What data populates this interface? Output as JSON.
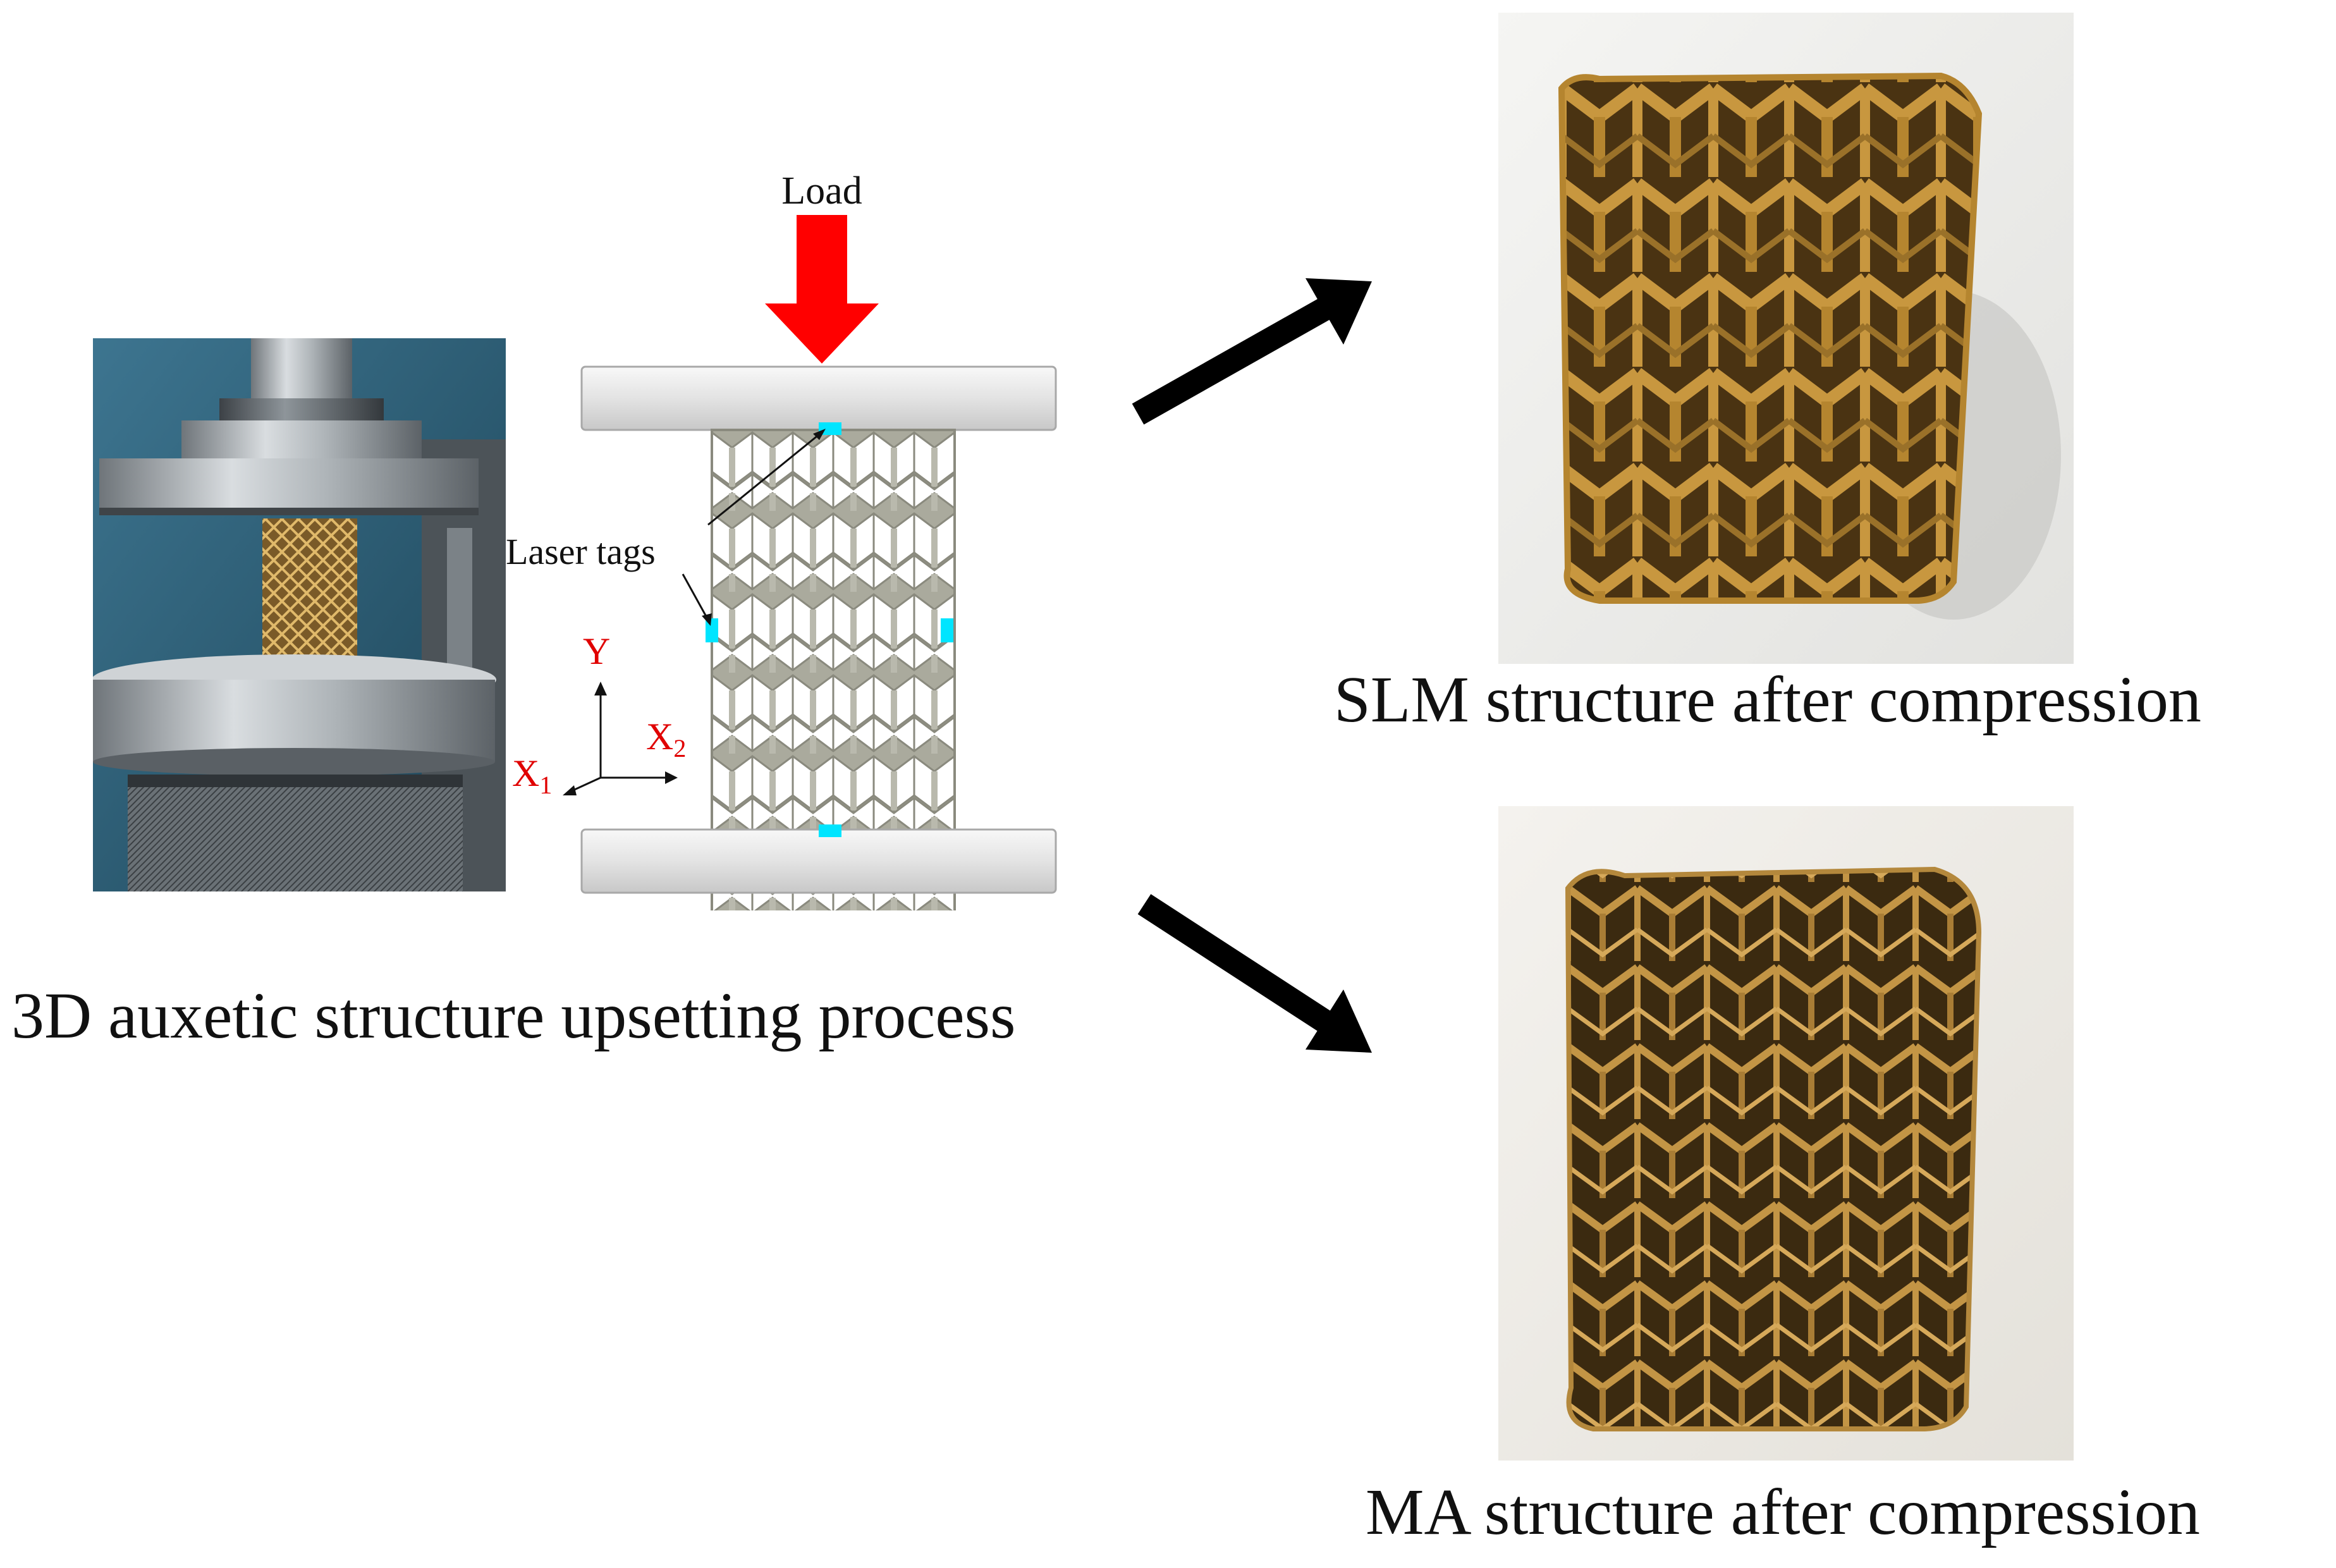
{
  "schematic": {
    "load_label": "Load",
    "laser_tags_label": "Laser tags",
    "axis_y": "Y",
    "axis_x1": "X",
    "axis_x1_sub": "1",
    "axis_x2": "X",
    "axis_x2_sub": "2"
  },
  "captions": {
    "upsetting": "3D auxetic structure upsetting process",
    "slm": "SLM structure after compression",
    "ma": "MA structure after compression"
  },
  "colors": {
    "load_arrow": "#ff0000",
    "laser_tag": "#00e5ff",
    "axis_label": "#e00000",
    "lattice_fill": "#aaaa9d",
    "lattice_stroke": "#8a8a7e",
    "platen_fill": "#ececec",
    "brass": "#b98c3a"
  }
}
